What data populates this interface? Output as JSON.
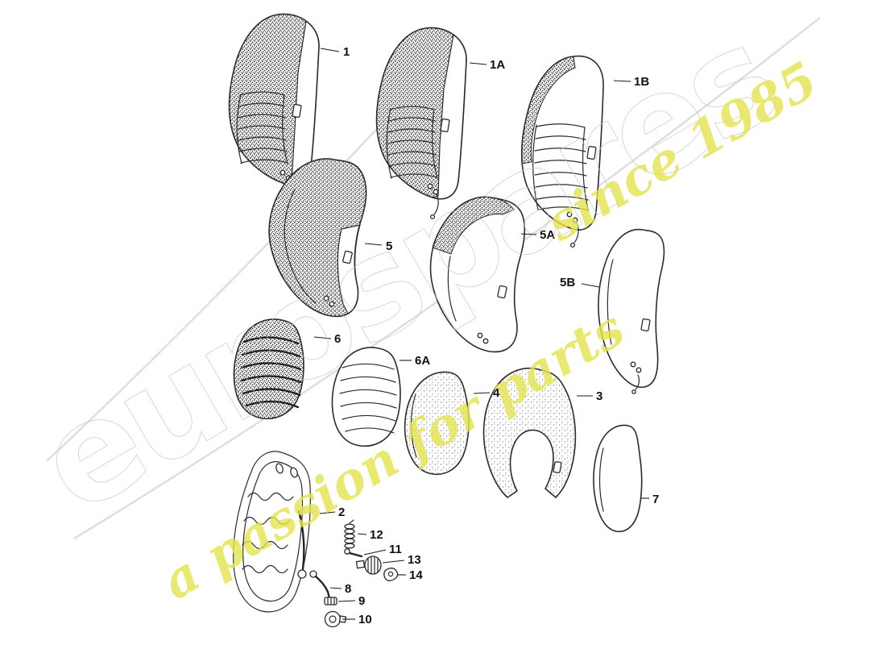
{
  "watermark": {
    "brand": "eurospares",
    "since_line": "since 1985",
    "tagline": "a passion for parts"
  },
  "colors": {
    "line": "#2b2b2b",
    "watermark_gray": "#c6c6c6",
    "watermark_yellow": "#e4e44e",
    "background": "#ffffff"
  },
  "parts": [
    {
      "id": "1",
      "label": "1"
    },
    {
      "id": "1A",
      "label": "1A"
    },
    {
      "id": "1B",
      "label": "1B"
    },
    {
      "id": "5",
      "label": "5"
    },
    {
      "id": "5A",
      "label": "5A"
    },
    {
      "id": "5B",
      "label": "5B"
    },
    {
      "id": "6",
      "label": "6"
    },
    {
      "id": "6A",
      "label": "6A"
    },
    {
      "id": "4",
      "label": "4"
    },
    {
      "id": "3",
      "label": "3"
    },
    {
      "id": "7",
      "label": "7"
    },
    {
      "id": "2",
      "label": "2"
    },
    {
      "id": "12",
      "label": "12"
    },
    {
      "id": "11",
      "label": "11"
    },
    {
      "id": "13",
      "label": "13"
    },
    {
      "id": "14",
      "label": "14"
    },
    {
      "id": "8",
      "label": "8"
    },
    {
      "id": "9",
      "label": "9"
    },
    {
      "id": "10",
      "label": "10"
    }
  ]
}
